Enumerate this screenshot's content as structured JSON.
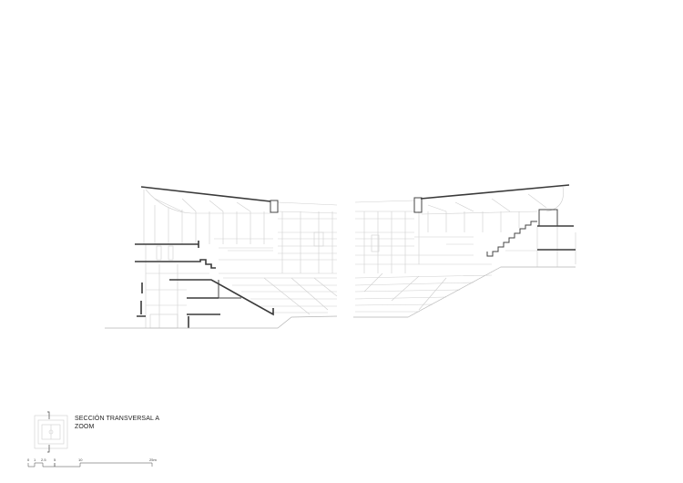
{
  "title": {
    "line1": "SECCIÓN TRANSVERSAL A",
    "line2": "ZOOM"
  },
  "scale_bar": {
    "labels": [
      "0",
      "1",
      "2.5",
      "5",
      "10",
      "25m"
    ]
  },
  "colors": {
    "cut_line": "#3a3a3a",
    "elevation_line": "#cfcfcf",
    "background": "#ffffff"
  }
}
